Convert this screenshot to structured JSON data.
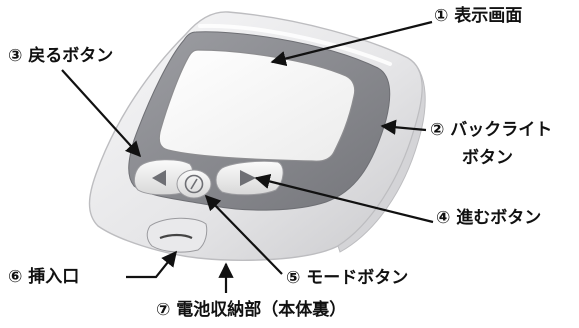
{
  "labels": {
    "display_screen": "① 表示画面",
    "back_button": "③ 戻るボタン",
    "backlight_button_line1": "② バックライト",
    "backlight_button_line2": "ボタン",
    "forward_button": "④ 進むボタン",
    "mode_button": "⑤ モードボタン",
    "insertion_port": "⑥ 挿入口",
    "battery_compartment": "⑦ 電池収納部（本体裏）"
  },
  "colors": {
    "label_text": "#111111",
    "leader_line": "#111111",
    "device_body": "#e4e4e6",
    "bezel": "#8b8c91",
    "screen": "#f6f6f6",
    "buttons": "#eeeeee"
  },
  "icons": {
    "back_button_glyph": "triangle-left",
    "forward_button_glyph": "triangle-right",
    "mode_button_glyph": "slash-circle"
  }
}
